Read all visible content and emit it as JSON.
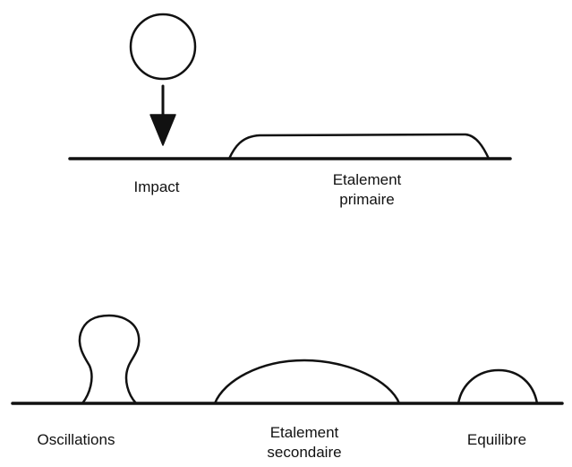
{
  "colors": {
    "ink": "#111111",
    "background": "#ffffff"
  },
  "labels": {
    "impact": "Impact",
    "primary_spreading": [
      "Etalement",
      "primaire"
    ],
    "oscillations": "Oscillations",
    "secondary_spreading": [
      "Etalement",
      "secondaire"
    ],
    "equilibrium": "Equilibre"
  }
}
